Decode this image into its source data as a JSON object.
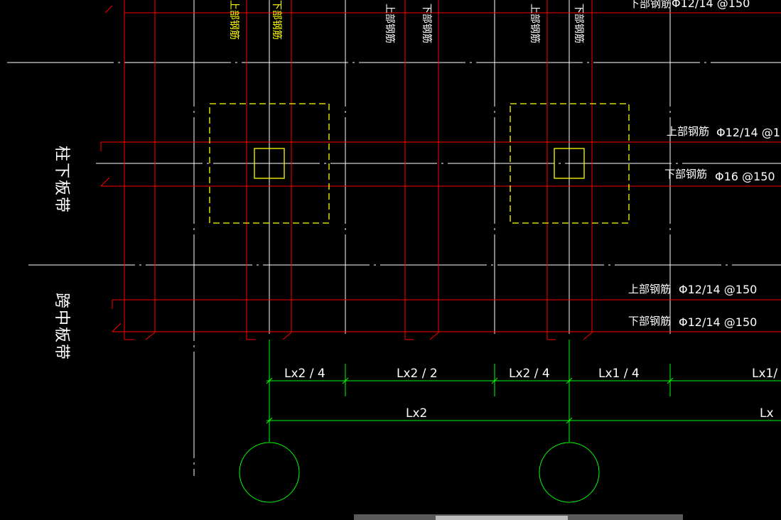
{
  "colors": {
    "background": "#000000",
    "rebar_red": "#ff0000",
    "axis_white": "#ffffff",
    "column_yellow": "#ffff00",
    "dimension_green": "#00ff00"
  },
  "strip_labels": {
    "column_strip": "柱下板带",
    "middle_strip": "跨中板带"
  },
  "vertical_labels": [
    {
      "text": "上部钢筋",
      "color": "yellow"
    },
    {
      "text": "下部钢筋",
      "color": "yellow"
    },
    {
      "text": "上部钢筋",
      "color": "white"
    },
    {
      "text": "下部钢筋",
      "color": "white"
    },
    {
      "text": "上部钢筋",
      "color": "white"
    },
    {
      "text": "下部钢筋",
      "color": "white"
    },
    {
      "text": "下部钢筋",
      "color": "white"
    }
  ],
  "top_spec": "Φ12/14 @150",
  "column_strip_rebar": {
    "top_label": "上部钢筋",
    "top_spec": "Φ12/14 @150",
    "bottom_label": "下部钢筋",
    "bottom_spec": "Φ16 @150"
  },
  "middle_strip_rebar": {
    "top_label": "上部钢筋",
    "top_spec": "Φ12/14 @150",
    "bottom_label": "下部钢筋",
    "bottom_spec": "Φ12/14 @150"
  },
  "dimensions_row1": [
    "Lx2 / 4",
    "Lx2 / 2",
    "Lx2 / 4",
    "Lx1 / 4",
    "Lx1/"
  ],
  "dimensions_row2": [
    "Lx2",
    "Lx"
  ]
}
